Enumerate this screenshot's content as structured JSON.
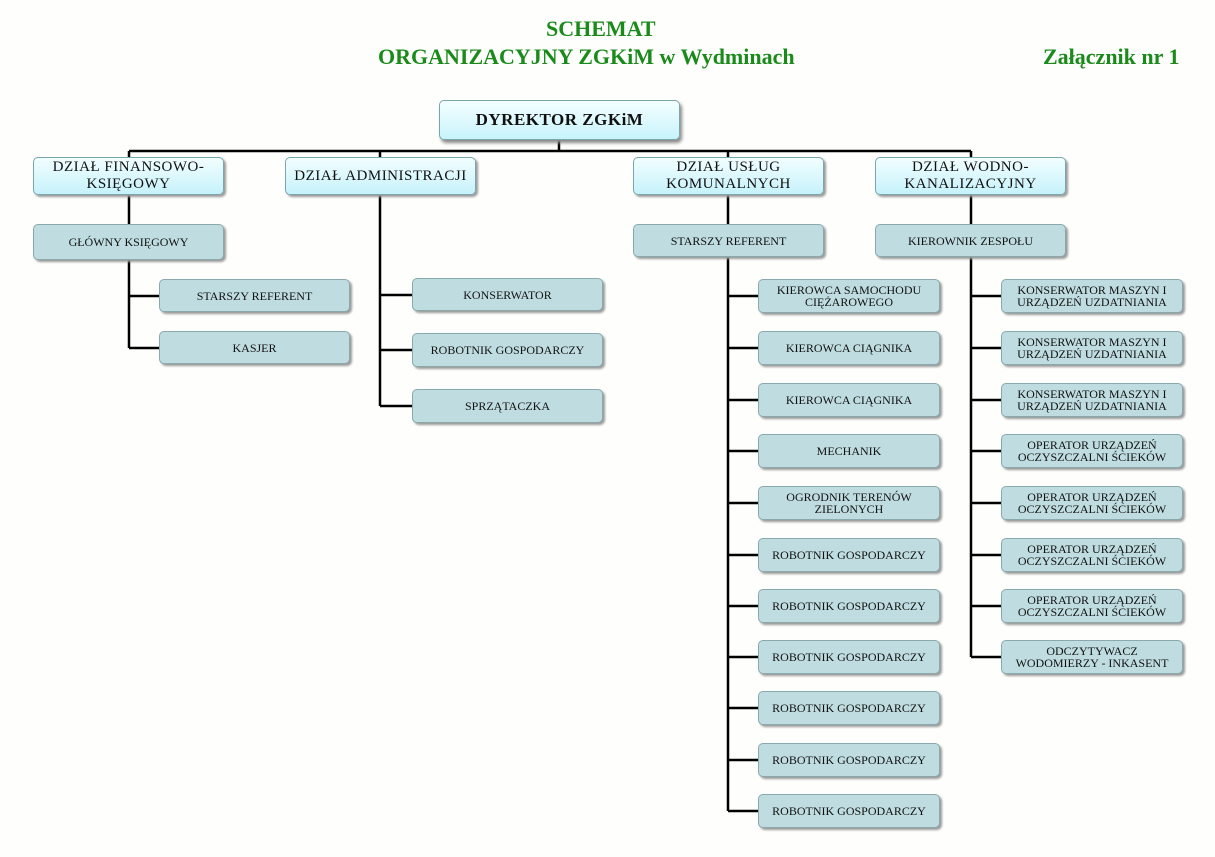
{
  "header": {
    "title_line1": "SCHEMAT",
    "title_line2": "ORGANIZACYJNY ZGKiM w Wydminach",
    "attachment": "Załącznik nr 1"
  },
  "director": "DYREKTOR ZGKiM",
  "departments": {
    "finance": {
      "name": "DZIAŁ FINANSOWO-KSIĘGOWY",
      "head": "GŁÓWNY KSIĘGOWY",
      "staff": [
        "STARSZY REFERENT",
        "KASJER"
      ]
    },
    "administration": {
      "name": "DZIAŁ ADMINISTRACJI",
      "staff": [
        "KONSERWATOR",
        "ROBOTNIK GOSPODARCZY",
        "SPRZĄTACZKA"
      ]
    },
    "communal": {
      "name": "DZIAŁ USŁUG KOMUNALNYCH",
      "head": "STARSZY REFERENT",
      "staff": [
        "KIEROWCA SAMOCHODU CIĘŻAROWEGO",
        "KIEROWCA CIĄGNIKA",
        "KIEROWCA CIĄGNIKA",
        "MECHANIK",
        "OGRODNIK TERENÓW ZIELONYCH",
        "ROBOTNIK GOSPODARCZY",
        "ROBOTNIK GOSPODARCZY",
        "ROBOTNIK GOSPODARCZY",
        "ROBOTNIK GOSPODARCZY",
        "ROBOTNIK GOSPODARCZY",
        "ROBOTNIK GOSPODARCZY"
      ]
    },
    "water": {
      "name": "DZIAŁ WODNO-KANALIZACYJNY",
      "head": "KIEROWNIK ZESPOŁU",
      "staff": [
        "KONSERWATOR MASZYN I URZĄDZEŃ UZDATNIANIA",
        "KONSERWATOR MASZYN I URZĄDZEŃ UZDATNIANIA",
        "KONSERWATOR MASZYN I URZĄDZEŃ UZDATNIANIA",
        "OPERATOR URZĄDZEŃ OCZYSZCZALNI ŚCIEKÓW",
        "OPERATOR URZĄDZEŃ OCZYSZCZALNI ŚCIEKÓW",
        "OPERATOR URZĄDZEŃ OCZYSZCZALNI ŚCIEKÓW",
        "OPERATOR URZĄDZEŃ OCZYSZCZALNI ŚCIEKÓW",
        "ODCZYTYWACZ WODOMIERZY - INKASENT"
      ]
    }
  }
}
